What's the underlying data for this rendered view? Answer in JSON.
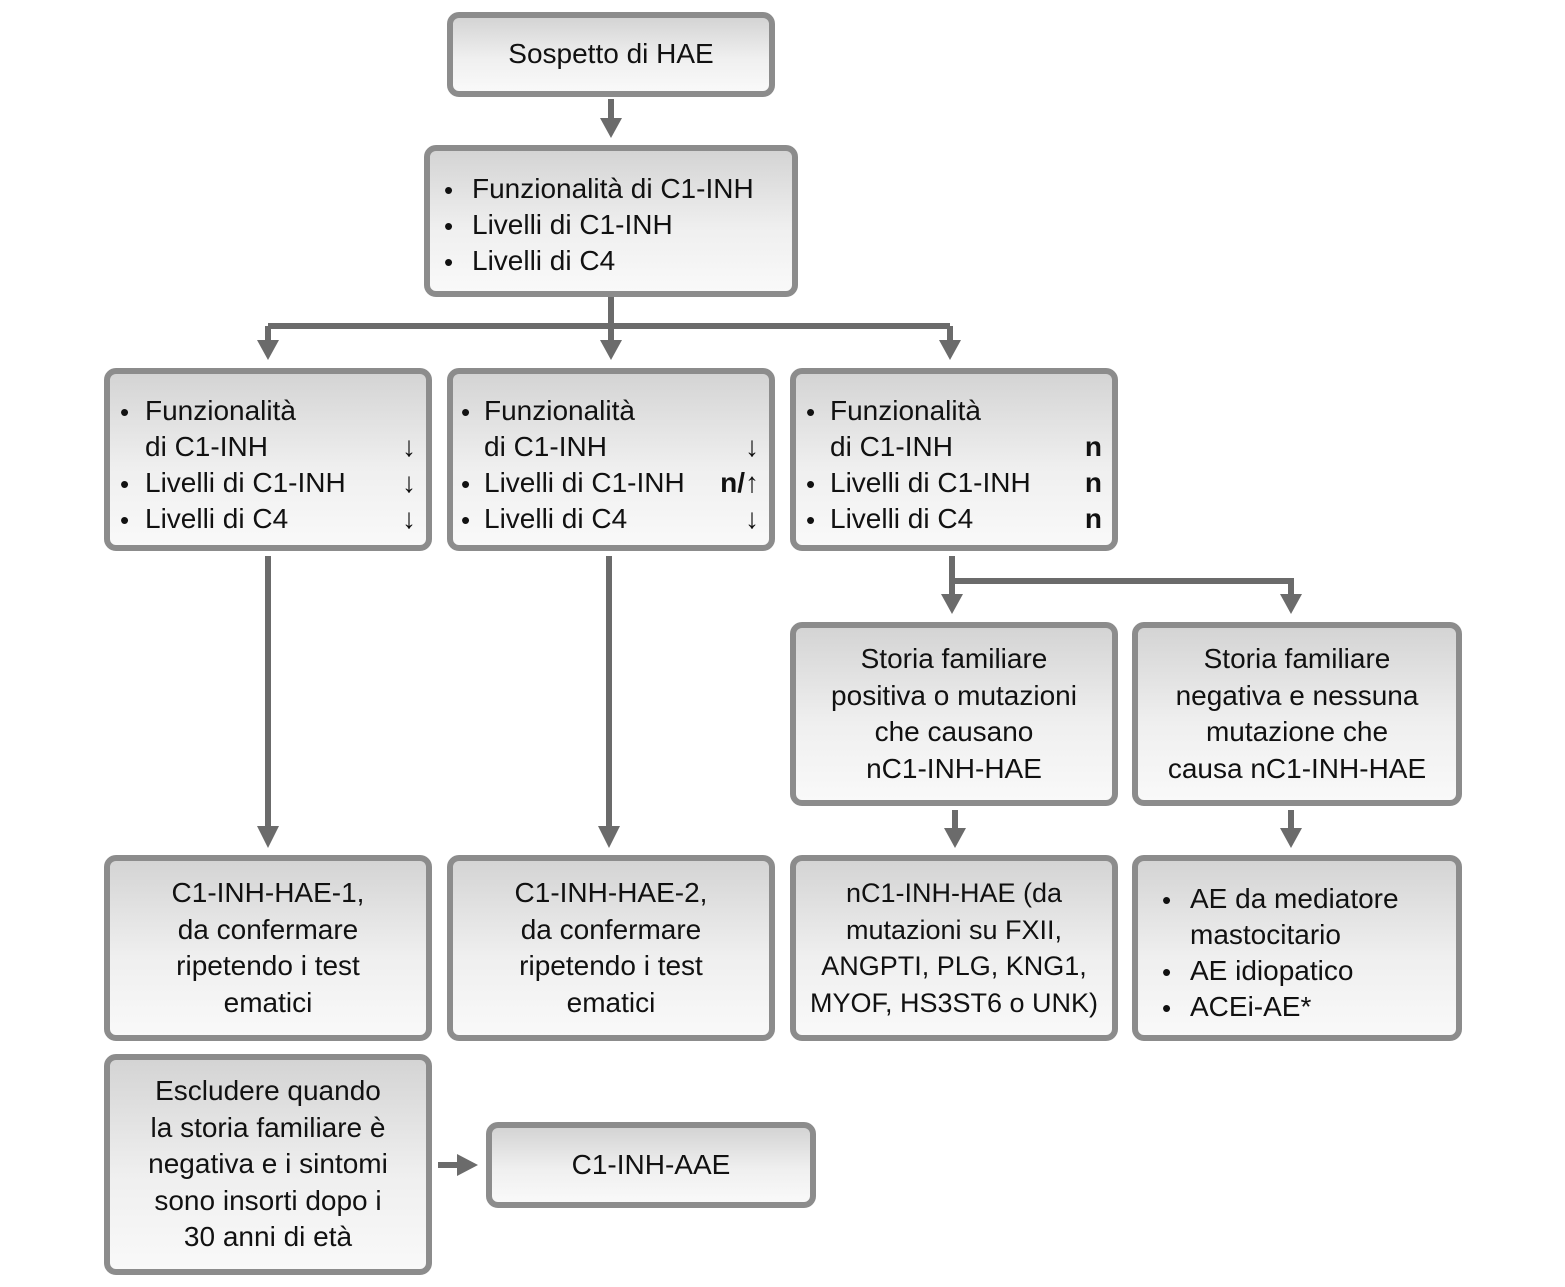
{
  "nodes": {
    "start": {
      "label": "Sospetto di HAE"
    },
    "tests": {
      "items": [
        "Funzionalità di C1-INH",
        "Livelli di C1-INH",
        "Livelli di C4"
      ]
    },
    "col1": {
      "rows": [
        {
          "text": "Funzionalità",
          "indicator": ""
        },
        {
          "text": "di C1-INH",
          "indicator": "↓"
        },
        {
          "text": "Livelli di C1-INH",
          "indicator": "↓"
        },
        {
          "text": "Livelli di C4",
          "indicator": "↓"
        }
      ]
    },
    "col2": {
      "rows": [
        {
          "text": "Funzionalità",
          "indicator": ""
        },
        {
          "text": "di C1-INH",
          "indicator": "↓"
        },
        {
          "text": "Livelli di C1-INH",
          "indicator": "n/↑"
        },
        {
          "text": "Livelli di C4",
          "indicator": "↓"
        }
      ]
    },
    "col3": {
      "rows": [
        {
          "text": "Funzionalità",
          "indicator": ""
        },
        {
          "text": "di C1-INH",
          "indicator": "n"
        },
        {
          "text": "Livelli di C1-INH",
          "indicator": "n"
        },
        {
          "text": "Livelli di C4",
          "indicator": "n"
        }
      ]
    },
    "pos_history": {
      "lines": [
        "Storia familiare",
        "positiva o mutazioni",
        "che causano",
        "nC1-INH-HAE"
      ]
    },
    "neg_history": {
      "lines": [
        "Storia familiare",
        "negativa e nessuna",
        "mutazione che",
        "causa nC1-INH-HAE"
      ]
    },
    "hae1": {
      "lines": [
        "C1-INH-HAE-1,",
        "da confermare",
        "ripetendo i test",
        "ematici"
      ]
    },
    "hae2": {
      "lines": [
        "C1-INH-HAE-2,",
        "da confermare",
        "ripetendo i test",
        "ematici"
      ]
    },
    "nc1": {
      "lines": [
        "nC1-INH-HAE (da",
        "mutazioni su FXII,",
        "ANGPTI, PLG, KNG1,",
        "MYOF, HS3ST6 o UNK)"
      ]
    },
    "other": {
      "items": [
        "AE da mediatore",
        "mastocitario",
        "AE idiopatico",
        "ACEi-AE*"
      ]
    },
    "exclude": {
      "lines": [
        "Escludere quando",
        "la storia familiare è",
        "negativa e i sintomi",
        "sono insorti dopo i",
        "30 anni di età"
      ]
    },
    "aae": {
      "label": "C1-INH-AAE"
    }
  },
  "style": {
    "border_color": "#8c8c8c",
    "connector_color": "#6b6b6b"
  }
}
